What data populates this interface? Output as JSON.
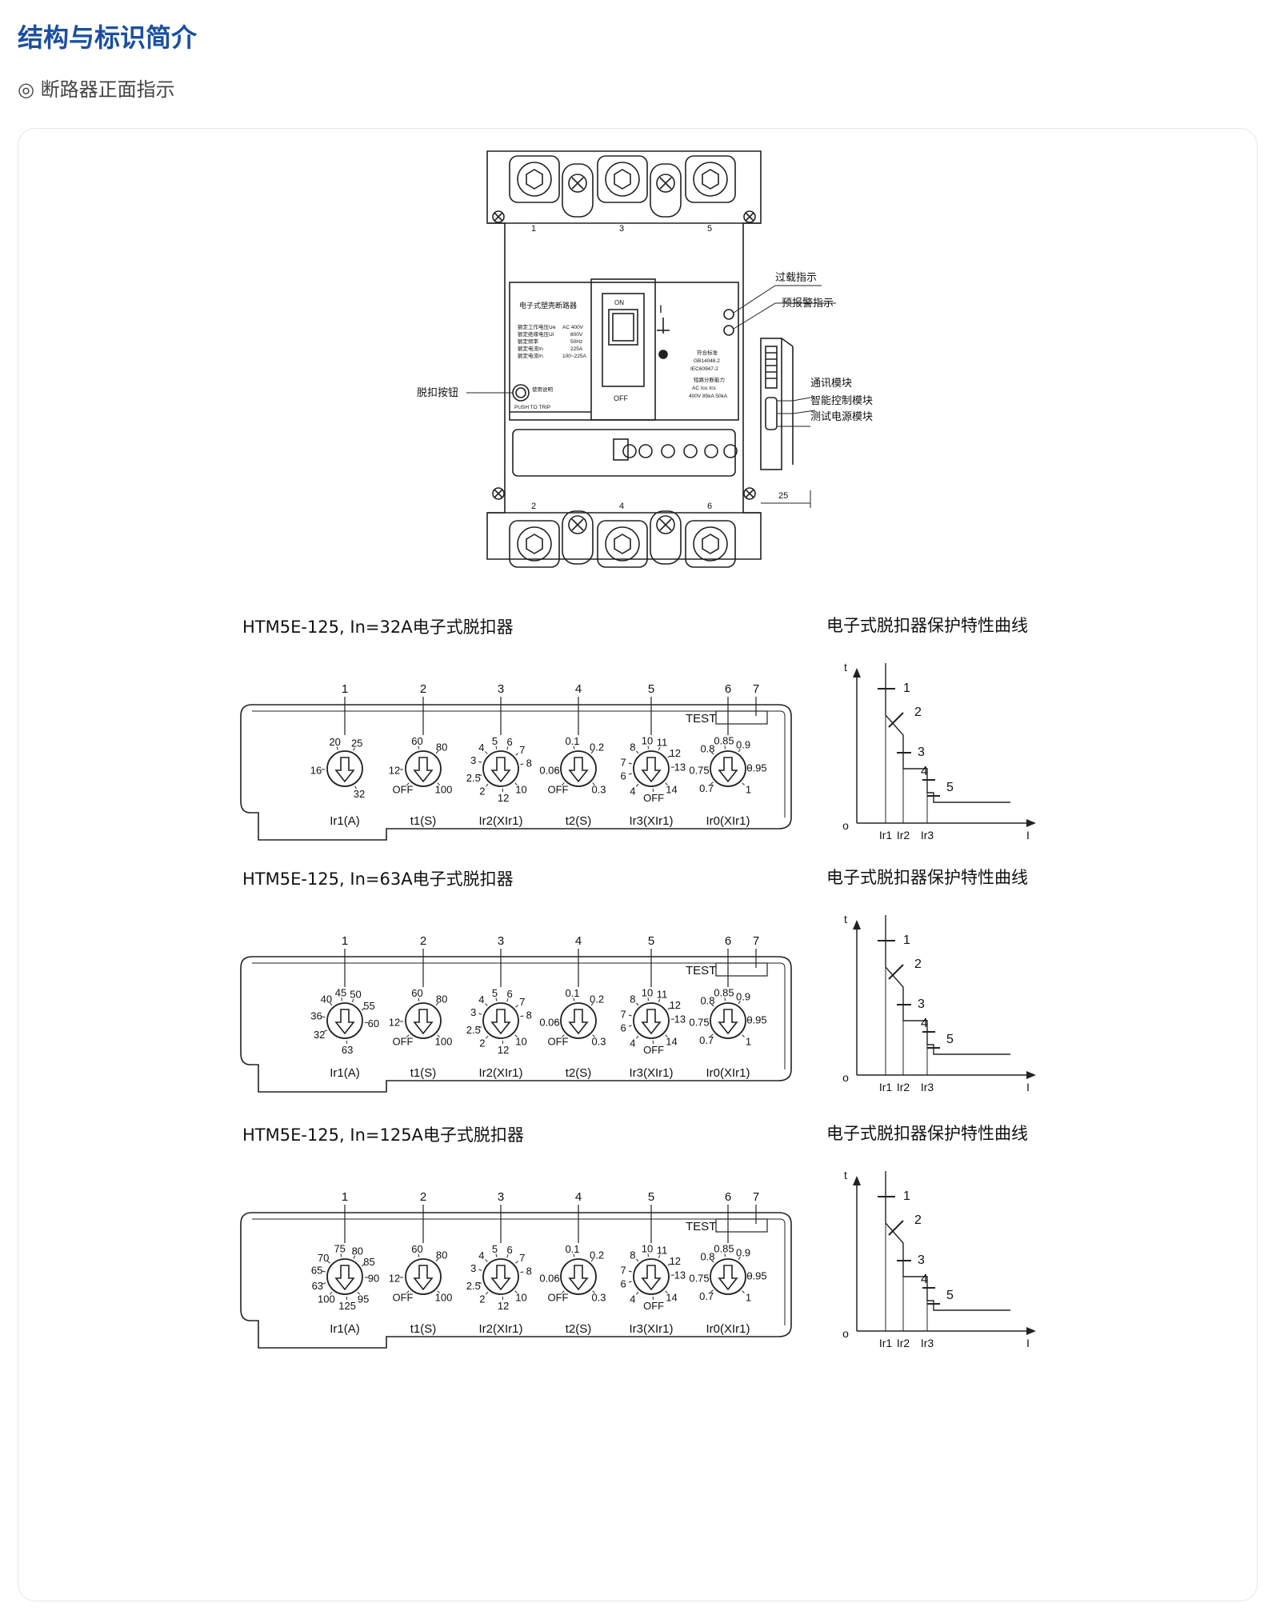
{
  "header": {
    "title": "结构与标识简介",
    "subtitle": "◎ 断路器正面指示"
  },
  "breaker": {
    "top_terminals": [
      "1",
      "3",
      "5"
    ],
    "bottom_terminals": [
      "2",
      "4",
      "6"
    ],
    "nameplate_title": "电子式塑壳断路器",
    "specs": [
      {
        "label": "额定工作电压Ue",
        "value": "AC  400V"
      },
      {
        "label": "额定绝缘电压Ui",
        "value": "800V"
      },
      {
        "label": "额定频率",
        "value": "50Hz"
      },
      {
        "label": "额定电流In",
        "value": "225A"
      },
      {
        "label": "额定电流In",
        "value": "100~225A"
      }
    ],
    "usage_note": "使用说明",
    "push_to_trip": "PUSH TO TRIP",
    "handle_on": "ON",
    "handle_off": "OFF",
    "symbol_on": "I",
    "standard": "符合标准",
    "standard_1": "GB14048.2",
    "standard_2": "IEC60947-2",
    "breaking_title": "短路分断能力",
    "breaking_line1": "AC    Icu    Ics",
    "breaking_line2": "400V  85kA  50kA",
    "dimension": "25",
    "callouts": {
      "overload": "过载指示",
      "prealarm": "预报警指示",
      "trip_button": "脱扣按钮",
      "comm": "通讯模块",
      "smart": "智能控制模块",
      "power": "测试电源模块"
    }
  },
  "trip_units": [
    {
      "title": "HTM5E-125, In=32A电子式脱扣器",
      "curve_title": "电子式脱扣器保护特性曲线",
      "dials": [
        {
          "name": "Ir1(A)",
          "labels": [
            "20",
            "25",
            "16",
            "32"
          ]
        },
        {
          "name": "t1(S)",
          "labels": [
            "60",
            "80",
            "12",
            "OFF",
            "100"
          ]
        },
        {
          "name": "Ir2(XIr1)",
          "labels": [
            "4",
            "5",
            "6",
            "3",
            "7",
            "2.5",
            "8",
            "2",
            "12",
            "10"
          ]
        },
        {
          "name": "t2(S)",
          "labels": [
            "0.1",
            "0.2",
            "0.06",
            "OFF",
            "0.3"
          ]
        },
        {
          "name": "Ir3(XIr1)",
          "labels": [
            "8",
            "10",
            "11",
            "7",
            "12",
            "6",
            "13",
            "4",
            "OFF",
            "14"
          ]
        },
        {
          "name": "Ir0(XIr1)",
          "labels": [
            "0.8",
            "0.85",
            "0.9",
            "0.75",
            "0.95",
            "0.7",
            "1"
          ]
        }
      ]
    },
    {
      "title": "HTM5E-125, In=63A电子式脱扣器",
      "curve_title": "电子式脱扣器保护特性曲线",
      "dials": [
        {
          "name": "Ir1(A)",
          "labels": [
            "40",
            "45",
            "50",
            "36",
            "55",
            "32",
            "60",
            "63"
          ]
        },
        {
          "name": "t1(S)",
          "labels": [
            "60",
            "80",
            "12",
            "OFF",
            "100"
          ]
        },
        {
          "name": "Ir2(XIr1)",
          "labels": [
            "4",
            "5",
            "6",
            "3",
            "7",
            "2.5",
            "8",
            "2",
            "12",
            "10"
          ]
        },
        {
          "name": "t2(S)",
          "labels": [
            "0.1",
            "0.2",
            "0.06",
            "OFF",
            "0.3"
          ]
        },
        {
          "name": "Ir3(XIr1)",
          "labels": [
            "8",
            "10",
            "11",
            "7",
            "12",
            "6",
            "13",
            "4",
            "OFF",
            "14"
          ]
        },
        {
          "name": "Ir0(XIr1)",
          "labels": [
            "0.8",
            "0.85",
            "0.9",
            "0.75",
            "0.95",
            "0.7",
            "1"
          ]
        }
      ]
    },
    {
      "title": "HTM5E-125, In=125A电子式脱扣器",
      "curve_title": "电子式脱扣器保护特性曲线",
      "dials": [
        {
          "name": "Ir1(A)",
          "labels": [
            "70",
            "75",
            "80",
            "65",
            "85",
            "63",
            "90",
            "100",
            "125",
            "95"
          ]
        },
        {
          "name": "t1(S)",
          "labels": [
            "60",
            "80",
            "12",
            "OFF",
            "100"
          ]
        },
        {
          "name": "Ir2(XIr1)",
          "labels": [
            "4",
            "5",
            "6",
            "3",
            "7",
            "2.5",
            "8",
            "2",
            "12",
            "10"
          ]
        },
        {
          "name": "t2(S)",
          "labels": [
            "0.1",
            "0.2",
            "0.06",
            "OFF",
            "0.3"
          ]
        },
        {
          "name": "Ir3(XIr1)",
          "labels": [
            "8",
            "10",
            "11",
            "7",
            "12",
            "6",
            "13",
            "4",
            "OFF",
            "14"
          ]
        },
        {
          "name": "Ir0(XIr1)",
          "labels": [
            "0.8",
            "0.85",
            "0.9",
            "0.75",
            "0.95",
            "0.7",
            "1"
          ]
        }
      ]
    }
  ],
  "panel": {
    "numbers": [
      "1",
      "2",
      "3",
      "4",
      "5",
      "6",
      "7"
    ],
    "test": "TEST"
  },
  "curve": {
    "t": "t",
    "o": "o",
    "i": "I",
    "xlabels": [
      "Ir1",
      "Ir2",
      "Ir3"
    ],
    "markers": [
      "1",
      "2",
      "3",
      "4",
      "5"
    ]
  }
}
